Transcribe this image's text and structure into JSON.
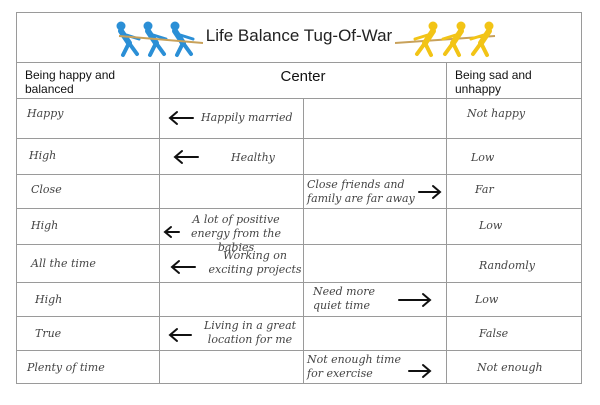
{
  "title": "Life Balance Tug-Of-War",
  "colors": {
    "left_team": "#2b8fd6",
    "right_team": "#f2c416",
    "rope": "#c8a15a",
    "grid": "#9a9a9a"
  },
  "headers": {
    "left": "Being happy and balanced",
    "center": "Center",
    "right": "Being sad and unhappy"
  },
  "rows": [
    {
      "happy": "Happy",
      "toward_happy": "Happily married",
      "toward_sad": "",
      "sad": "Not happy"
    },
    {
      "happy": "High",
      "toward_happy": "Healthy",
      "toward_sad": "",
      "sad": "Low"
    },
    {
      "happy": "Close",
      "toward_happy": "",
      "toward_sad": "Close friends and family are far away",
      "sad": "Far"
    },
    {
      "happy": "High",
      "toward_happy": "A lot of positive energy from the babies",
      "toward_sad": "",
      "sad": "Low"
    },
    {
      "happy": "All the time",
      "toward_happy": "Working on exciting projects",
      "toward_sad": "",
      "sad": "Randomly"
    },
    {
      "happy": "High",
      "toward_happy": "",
      "toward_sad": "Need more quiet time",
      "sad": "Low"
    },
    {
      "happy": "True",
      "toward_happy": "Living in a great location for me",
      "toward_sad": "",
      "sad": "False"
    },
    {
      "happy": "Plenty of time",
      "toward_happy": "",
      "toward_sad": "Not enough time for exercise",
      "sad": "Not enough"
    }
  ],
  "icons": {
    "left_team": "tug-of-war-team-blue-icon",
    "right_team": "tug-of-war-team-yellow-icon",
    "arrow_left": "arrow-left-icon",
    "arrow_right": "arrow-right-icon"
  }
}
